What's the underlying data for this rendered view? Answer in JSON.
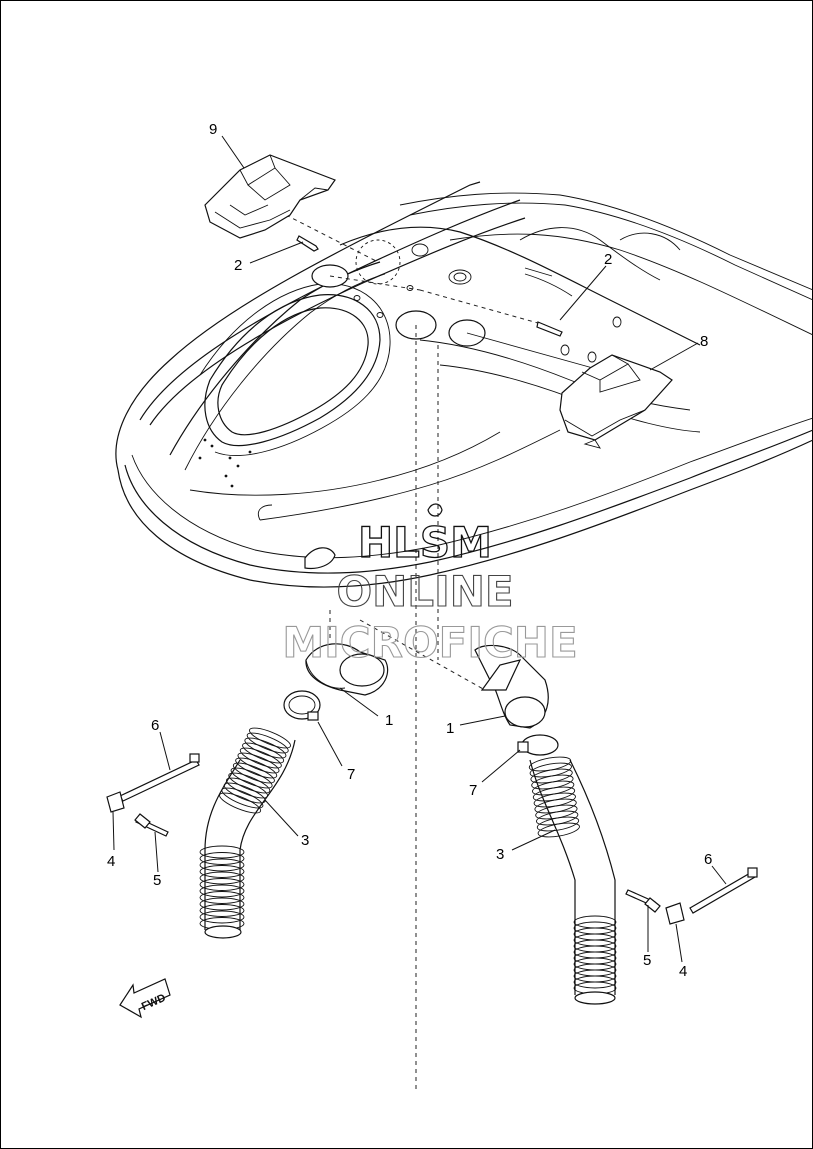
{
  "callouts": {
    "c1a": "1",
    "c1b": "1",
    "c2a": "2",
    "c2b": "2",
    "c3a": "3",
    "c3b": "3",
    "c4a": "4",
    "c4b": "4",
    "c5a": "5",
    "c5b": "5",
    "c6a": "6",
    "c6b": "6",
    "c7a": "7",
    "c7b": "7",
    "c8": "8",
    "c9": "9"
  },
  "watermark": {
    "line1": "HLSM",
    "line2": "ONLINE",
    "line3": "MICROFICHE"
  },
  "fwd_label": "FWD"
}
